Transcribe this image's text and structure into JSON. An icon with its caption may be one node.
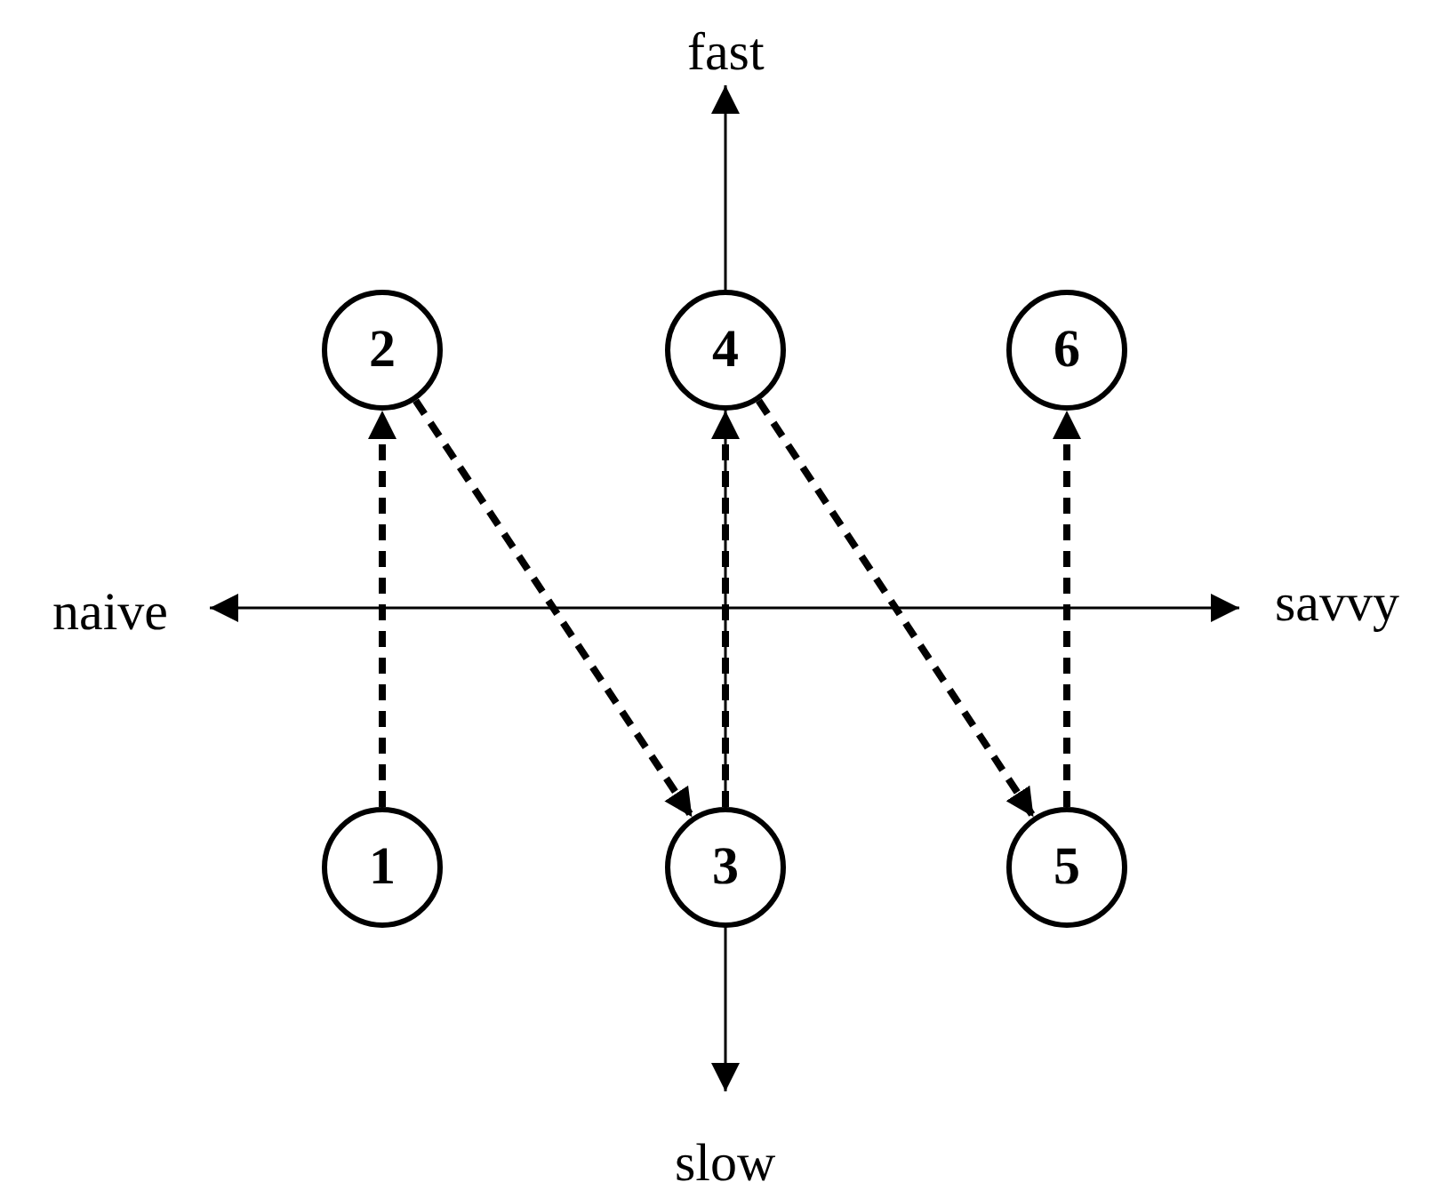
{
  "diagram": {
    "nodes": [
      {
        "text": [
          "1"
        ]
      },
      {
        "text": [
          "2"
        ]
      },
      {
        "text": [
          "3"
        ]
      },
      {
        "text": [
          "4"
        ]
      },
      {
        "text": [
          "5"
        ]
      },
      {
        "text": [
          "6"
        ]
      }
    ],
    "edges": [
      {
        "from": 0,
        "to": 1,
        "arrow": "to",
        "style": "dashed"
      },
      {
        "from": 1,
        "to": 2,
        "arrow": "to",
        "style": "dashed"
      },
      {
        "from": 2,
        "to": 3,
        "arrow": "to",
        "style": "dashed"
      },
      {
        "from": 3,
        "to": 4,
        "arrow": "to",
        "style": "dashed"
      },
      {
        "from": 4,
        "to": 5,
        "arrow": "to",
        "style": "dashed"
      }
    ],
    "labels": [
      "fast",
      "naive",
      "savvy",
      "slow"
    ]
  }
}
